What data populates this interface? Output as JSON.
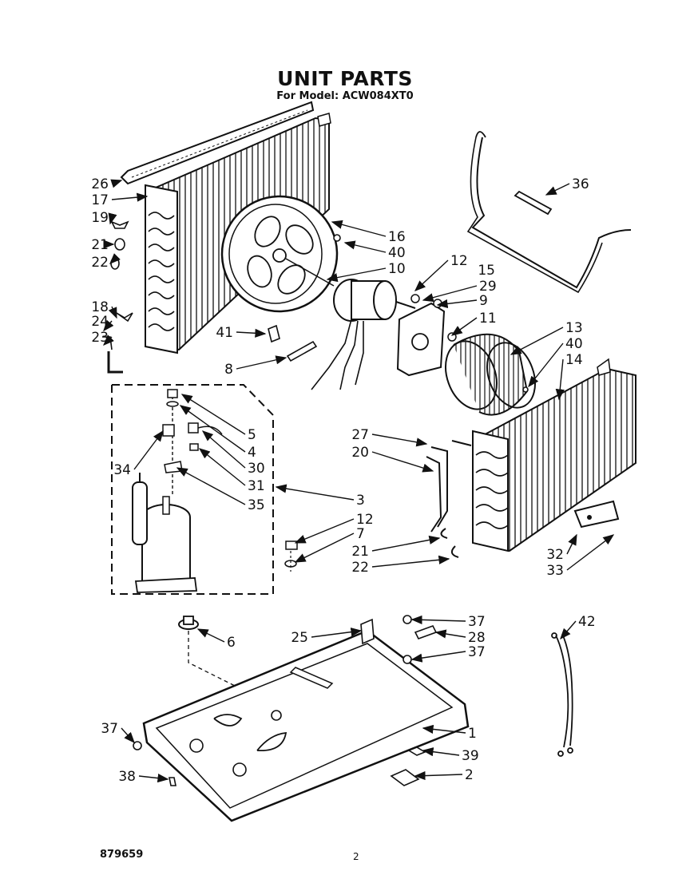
{
  "header": {
    "title": "UNIT PARTS",
    "subtitle": "For Model: ACW084XT0"
  },
  "footer": {
    "doc_number": "879659",
    "page_number": "2"
  },
  "callouts": [
    {
      "id": "c26a",
      "label": "26"
    },
    {
      "id": "c17",
      "label": "17"
    },
    {
      "id": "c19",
      "label": "19"
    },
    {
      "id": "c21a",
      "label": "21"
    },
    {
      "id": "c22a",
      "label": "22"
    },
    {
      "id": "c18",
      "label": "18"
    },
    {
      "id": "c24",
      "label": "24"
    },
    {
      "id": "c23",
      "label": "23"
    },
    {
      "id": "c16",
      "label": "16"
    },
    {
      "id": "c40a",
      "label": "40"
    },
    {
      "id": "c10",
      "label": "10"
    },
    {
      "id": "c41",
      "label": "41"
    },
    {
      "id": "c8",
      "label": "8"
    },
    {
      "id": "c12a",
      "label": "12"
    },
    {
      "id": "c29",
      "label": "29"
    },
    {
      "id": "c9",
      "label": "9"
    },
    {
      "id": "c11",
      "label": "11"
    },
    {
      "id": "c15",
      "label": "15"
    },
    {
      "id": "c36",
      "label": "36"
    },
    {
      "id": "c13",
      "label": "13"
    },
    {
      "id": "c40b",
      "label": "40"
    },
    {
      "id": "c14",
      "label": "14"
    },
    {
      "id": "c5",
      "label": "5"
    },
    {
      "id": "c4",
      "label": "4"
    },
    {
      "id": "c30",
      "label": "30"
    },
    {
      "id": "c31",
      "label": "31"
    },
    {
      "id": "c35",
      "label": "35"
    },
    {
      "id": "c34",
      "label": "34"
    },
    {
      "id": "c3",
      "label": "3"
    },
    {
      "id": "c12b",
      "label": "12"
    },
    {
      "id": "c7",
      "label": "7"
    },
    {
      "id": "c27",
      "label": "27"
    },
    {
      "id": "c20",
      "label": "20"
    },
    {
      "id": "c21b",
      "label": "21"
    },
    {
      "id": "c22b",
      "label": "22"
    },
    {
      "id": "c32",
      "label": "32"
    },
    {
      "id": "c33",
      "label": "33"
    },
    {
      "id": "c6",
      "label": "6"
    },
    {
      "id": "c25",
      "label": "25"
    },
    {
      "id": "c37a",
      "label": "37"
    },
    {
      "id": "c28",
      "label": "28"
    },
    {
      "id": "c37b",
      "label": "37"
    },
    {
      "id": "c42",
      "label": "42"
    },
    {
      "id": "c1",
      "label": "1"
    },
    {
      "id": "c37c",
      "label": "37"
    },
    {
      "id": "c39",
      "label": "39"
    },
    {
      "id": "c2",
      "label": "2"
    },
    {
      "id": "c38",
      "label": "38"
    }
  ]
}
